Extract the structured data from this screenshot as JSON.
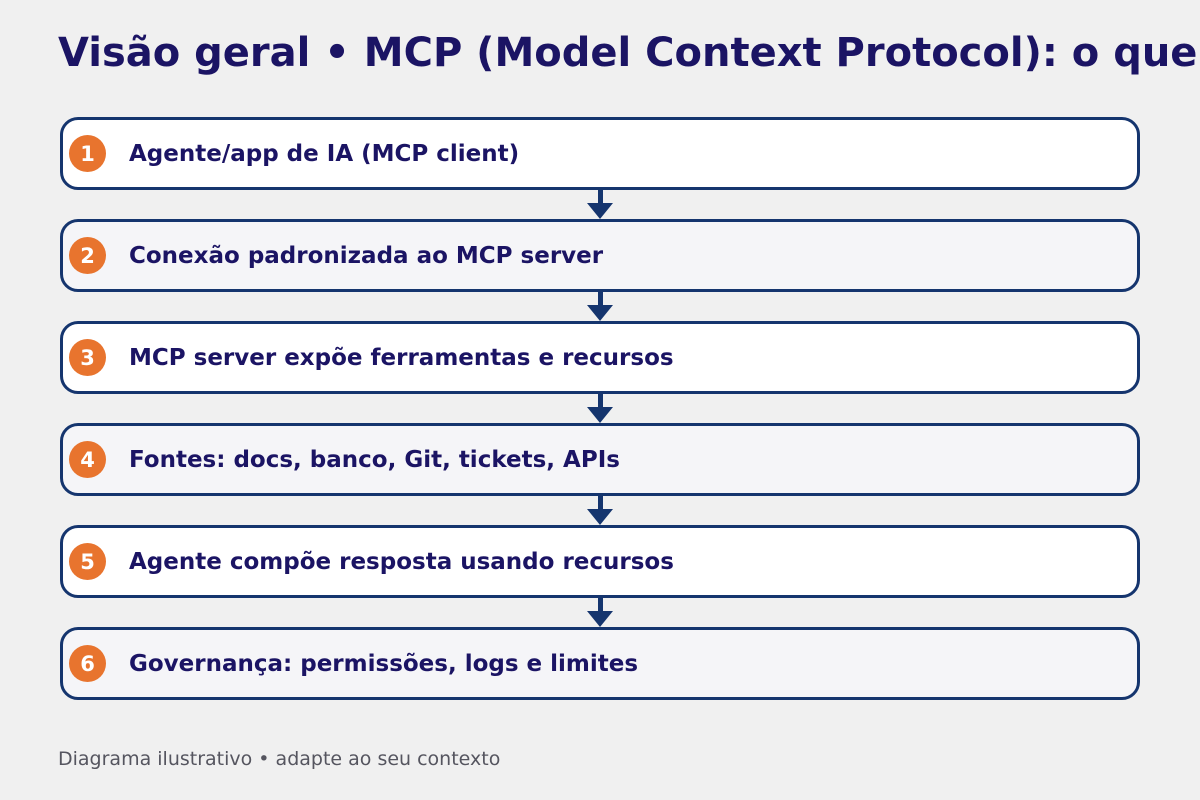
{
  "title": "Visão geral • MCP (Model Context Protocol): o que",
  "footer": "Diagrama ilustrativo • adapte ao seu contexto",
  "colors": {
    "page_background": "#f0f0f0",
    "box_border": "#15356e",
    "box_fill_odd": "#ffffff",
    "box_fill_even": "#f5f5f8",
    "badge_fill": "#e8742e",
    "badge_text": "#ffffff",
    "step_text": "#1b1464",
    "title_text": "#1b1464",
    "arrow": "#15356e",
    "footer_text": "#55555f"
  },
  "steps": [
    {
      "num": "1",
      "label": "Agente/app de IA (MCP client)"
    },
    {
      "num": "2",
      "label": "Conexão padronizada ao MCP server"
    },
    {
      "num": "3",
      "label": "MCP server expõe ferramentas e recursos"
    },
    {
      "num": "4",
      "label": "Fontes: docs, banco, Git, tickets, APIs"
    },
    {
      "num": "5",
      "label": "Agente compõe resposta usando recursos"
    },
    {
      "num": "6",
      "label": "Governança: permissões, logs e limites"
    }
  ]
}
